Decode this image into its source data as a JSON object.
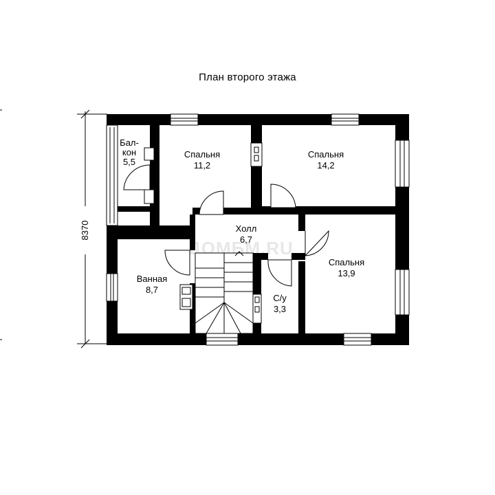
{
  "title": "План второго этажа",
  "dimension": "8370",
  "watermark": "ДОМБМ.RU",
  "rooms": {
    "balcony": {
      "line1": "Бал-",
      "line2": "кон",
      "area": "5,5"
    },
    "bedroom_1": {
      "name": "Спальня",
      "area": "11,2"
    },
    "bedroom_2": {
      "name": "Спальня",
      "area": "14,2"
    },
    "hall": {
      "name": "Холл",
      "area": "6,7"
    },
    "bedroom_3": {
      "name": "Спальня",
      "area": "13,9"
    },
    "bathroom": {
      "name": "Ванная",
      "area": "8,7"
    },
    "wc": {
      "name": "С/у",
      "area": "3,3"
    }
  }
}
